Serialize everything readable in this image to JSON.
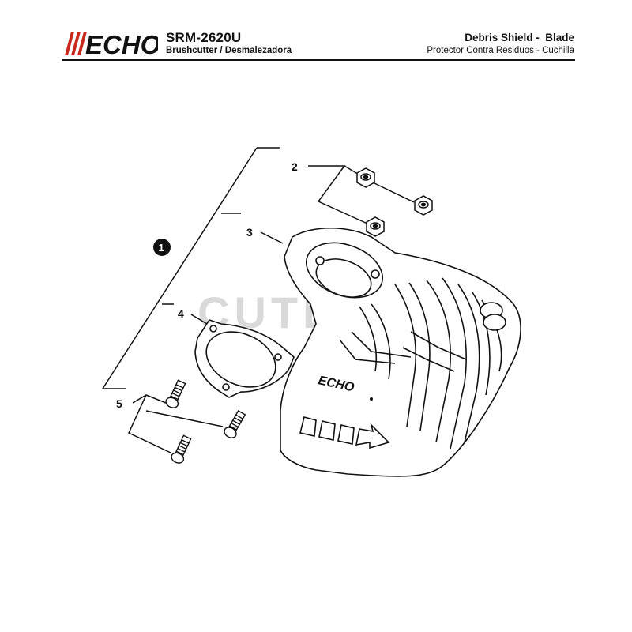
{
  "header": {
    "brand": "ECHO",
    "model": "SRM-2620U",
    "product_type": "Brushcutter / Desmalezadora",
    "section_title": "Debris Shield -  Blade",
    "section_subtitle": "Protector Contra Residuos - Cuchilla"
  },
  "watermark": "CUTLERS",
  "shield_embossing": "ECHO",
  "callouts": {
    "assembly": "1",
    "nut": "2",
    "debris_shield": "3",
    "plate": "4",
    "bolt": "5"
  },
  "colors": {
    "ink": "#111111",
    "watermark": "#d9d9d9",
    "background": "#ffffff"
  }
}
